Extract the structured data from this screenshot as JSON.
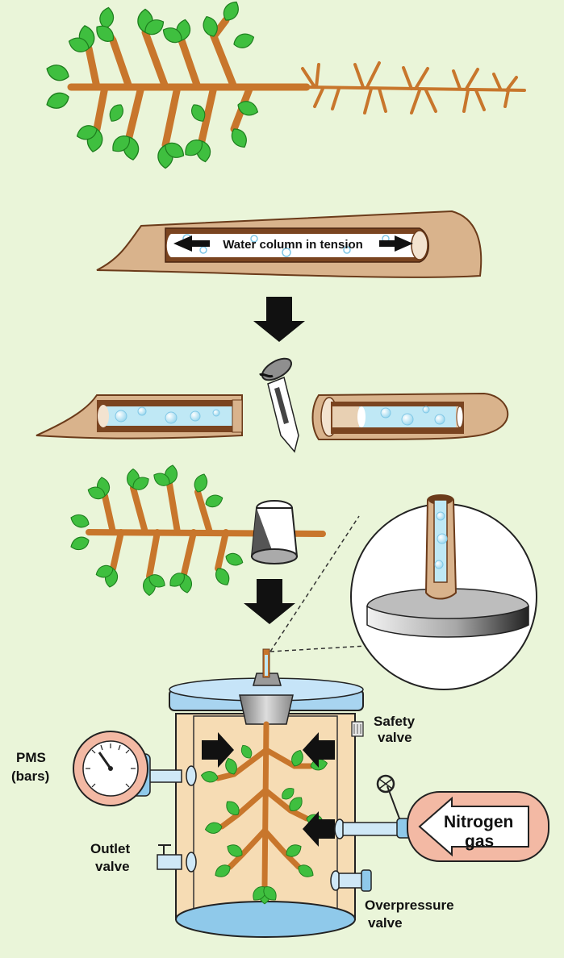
{
  "labels": {
    "water_column": "Water column in tension",
    "safety_valve_line1": "Safety",
    "safety_valve_line2": "valve",
    "pms_line1": "PMS",
    "pms_line2": "(bars)",
    "outlet_valve_line1": "Outlet",
    "outlet_valve_line2": "valve",
    "nitrogen_line1": "Nitrogen",
    "nitrogen_line2": "gas",
    "overpressure_line1": "Overpressure",
    "overpressure_line2": "valve"
  },
  "colors": {
    "background": "#eaf5d9",
    "branch": "#c8762c",
    "leaf": "#3fbf3f",
    "bark": "#d9b38c",
    "xylem_dark": "#6b3b1a",
    "water": "#bfe8f5",
    "chamber": "#f6dcb4",
    "lid": "#a8d4f0",
    "gauge_bg": "#f3b9a4",
    "arrow": "#111111"
  },
  "icons": [
    "knife-icon",
    "pressure-gauge-icon",
    "valve-wheel-icon",
    "rubber-stopper-icon"
  ]
}
